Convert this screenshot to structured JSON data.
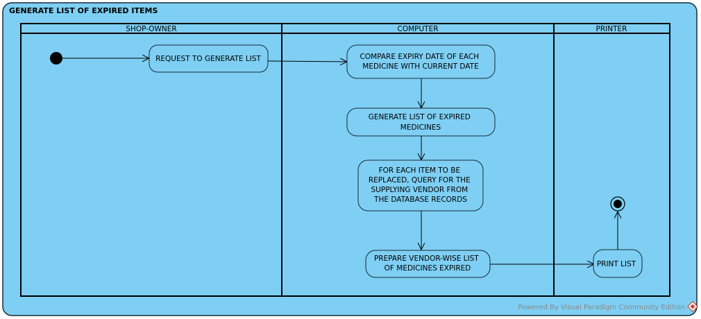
{
  "diagram": {
    "title": "GENERATE LIST OF EXPIRED ITEMS",
    "lanes": [
      {
        "id": "shop-owner",
        "label": "SHOP-OWNER"
      },
      {
        "id": "computer",
        "label": "COMPUTER"
      },
      {
        "id": "printer",
        "label": "PRINTER"
      }
    ],
    "actions": [
      {
        "id": "request",
        "lane": "shop-owner",
        "lines": [
          "REQUEST TO GENERATE LIST"
        ]
      },
      {
        "id": "compare",
        "lane": "computer",
        "lines": [
          "COMPARE EXPIRY DATE OF EACH",
          "MEDICINE WITH CURRENT DATE"
        ]
      },
      {
        "id": "generate",
        "lane": "computer",
        "lines": [
          "GENERATE LIST OF EXPIRED",
          "MEDICINES"
        ]
      },
      {
        "id": "query",
        "lane": "computer",
        "lines": [
          "FOR EACH ITEM TO BE",
          "REPLACED, QUERY FOR THE",
          "SUPPLYING VENDOR FROM",
          "THE DATABASE RECORDS"
        ]
      },
      {
        "id": "prepare",
        "lane": "computer",
        "lines": [
          "PREPARE VENDOR-WISE LIST",
          "OF MEDICINES EXPIRED"
        ]
      },
      {
        "id": "print",
        "lane": "printer",
        "lines": [
          "PRINT LIST"
        ]
      }
    ],
    "flows": [
      {
        "from": "initial",
        "to": "request"
      },
      {
        "from": "request",
        "to": "compare"
      },
      {
        "from": "compare",
        "to": "generate"
      },
      {
        "from": "generate",
        "to": "query"
      },
      {
        "from": "query",
        "to": "prepare"
      },
      {
        "from": "prepare",
        "to": "print"
      },
      {
        "from": "print",
        "to": "final"
      }
    ],
    "colors": {
      "background": "#7ecff3",
      "border": "#1a2a36",
      "line": "#000000"
    }
  },
  "watermark": {
    "text": "Powered By Visual Paradigm Community Edition"
  }
}
